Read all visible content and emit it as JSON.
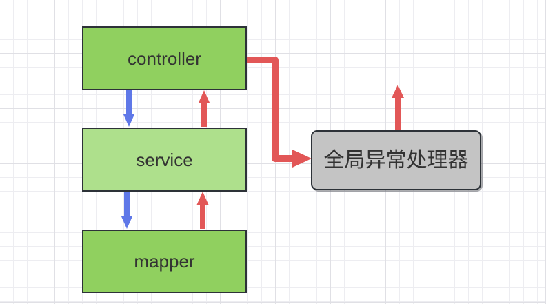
{
  "diagram": {
    "nodes": [
      {
        "id": "controller",
        "label": "controller",
        "shape": "rectangle",
        "fill": "#90d05f"
      },
      {
        "id": "service",
        "label": "service",
        "shape": "rectangle",
        "fill": "#aee08c"
      },
      {
        "id": "mapper",
        "label": "mapper",
        "shape": "rectangle",
        "fill": "#90d05f"
      },
      {
        "id": "exception_handler",
        "label": "全局异常处理器",
        "shape": "rounded-rectangle",
        "fill": "#c4c4c4"
      }
    ],
    "edges": [
      {
        "from": "controller",
        "to": "service",
        "direction": "down",
        "color": "#5f78e8"
      },
      {
        "from": "service",
        "to": "controller",
        "direction": "up",
        "color": "#e25757"
      },
      {
        "from": "service",
        "to": "mapper",
        "direction": "down",
        "color": "#5f78e8"
      },
      {
        "from": "mapper",
        "to": "service",
        "direction": "up",
        "color": "#e25757"
      },
      {
        "from": "controller",
        "to": "exception_handler",
        "direction": "right-elbow",
        "color": "#e25757"
      },
      {
        "from": "exception_handler",
        "to": null,
        "direction": "up",
        "color": "#e25757"
      }
    ],
    "colors": {
      "background": "#ffffff",
      "grid_minor": "#ededf1",
      "grid_major": "#e0e0e5",
      "node_green_dark": "#90d05f",
      "node_green_light": "#aee08c",
      "node_gray": "#c4c4c4",
      "node_border": "#2d3238",
      "arrow_blue": "#5f78e8",
      "arrow_red": "#e25757",
      "text": "#333333"
    }
  }
}
